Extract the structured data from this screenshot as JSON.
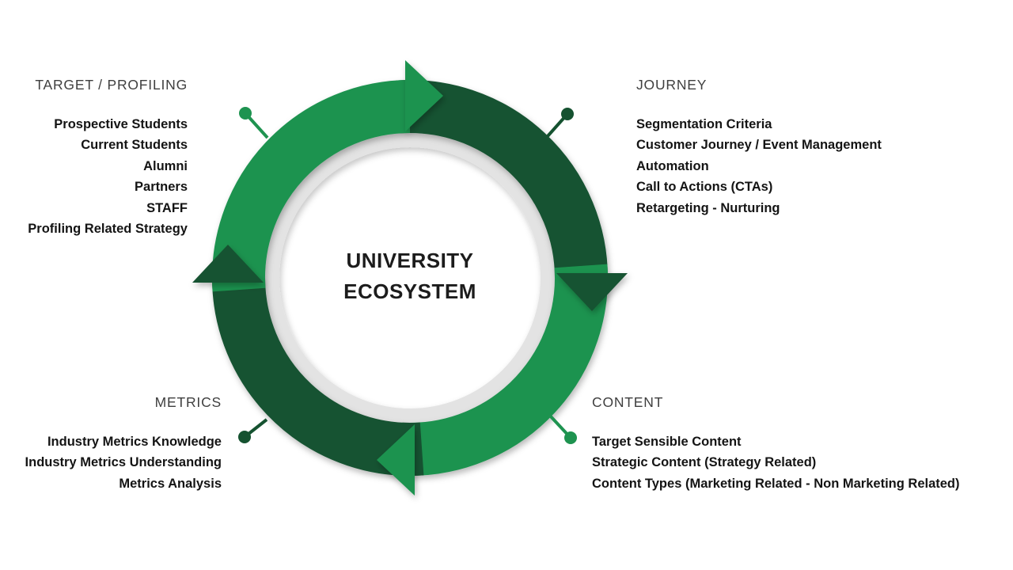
{
  "title": {
    "line1": "UNIVERSITY",
    "line2": "ECOSYSTEM"
  },
  "sections": {
    "target_profiling": {
      "header": "TARGET / PROFILING",
      "items": [
        "Prospective Students",
        "Current Students",
        "Alumni",
        "Partners",
        "STAFF",
        "Profiling Related Strategy"
      ]
    },
    "journey": {
      "header": "JOURNEY",
      "items": [
        "Segmentation Criteria",
        "Customer Journey / Event Management",
        "Automation",
        "Call to Actions (CTAs)",
        "Retargeting - Nurturing"
      ]
    },
    "metrics": {
      "header": "METRICS",
      "items": [
        "Industry Metrics Knowledge",
        "Industry Metrics Understanding",
        "Metrics Analysis"
      ]
    },
    "content": {
      "header": "CONTENT",
      "items": [
        "Target Sensible Content",
        "Strategic Content (Strategy Related)",
        "Content Types (Marketing Related - Non Marketing Related)"
      ]
    }
  },
  "colors": {
    "medium_green": "#1e9350",
    "dark_green": "#155230",
    "ring_gray": "#e3e3e3",
    "heading_text": "#3f3f3f",
    "item_text": "#141414",
    "background": "#ffffff"
  }
}
